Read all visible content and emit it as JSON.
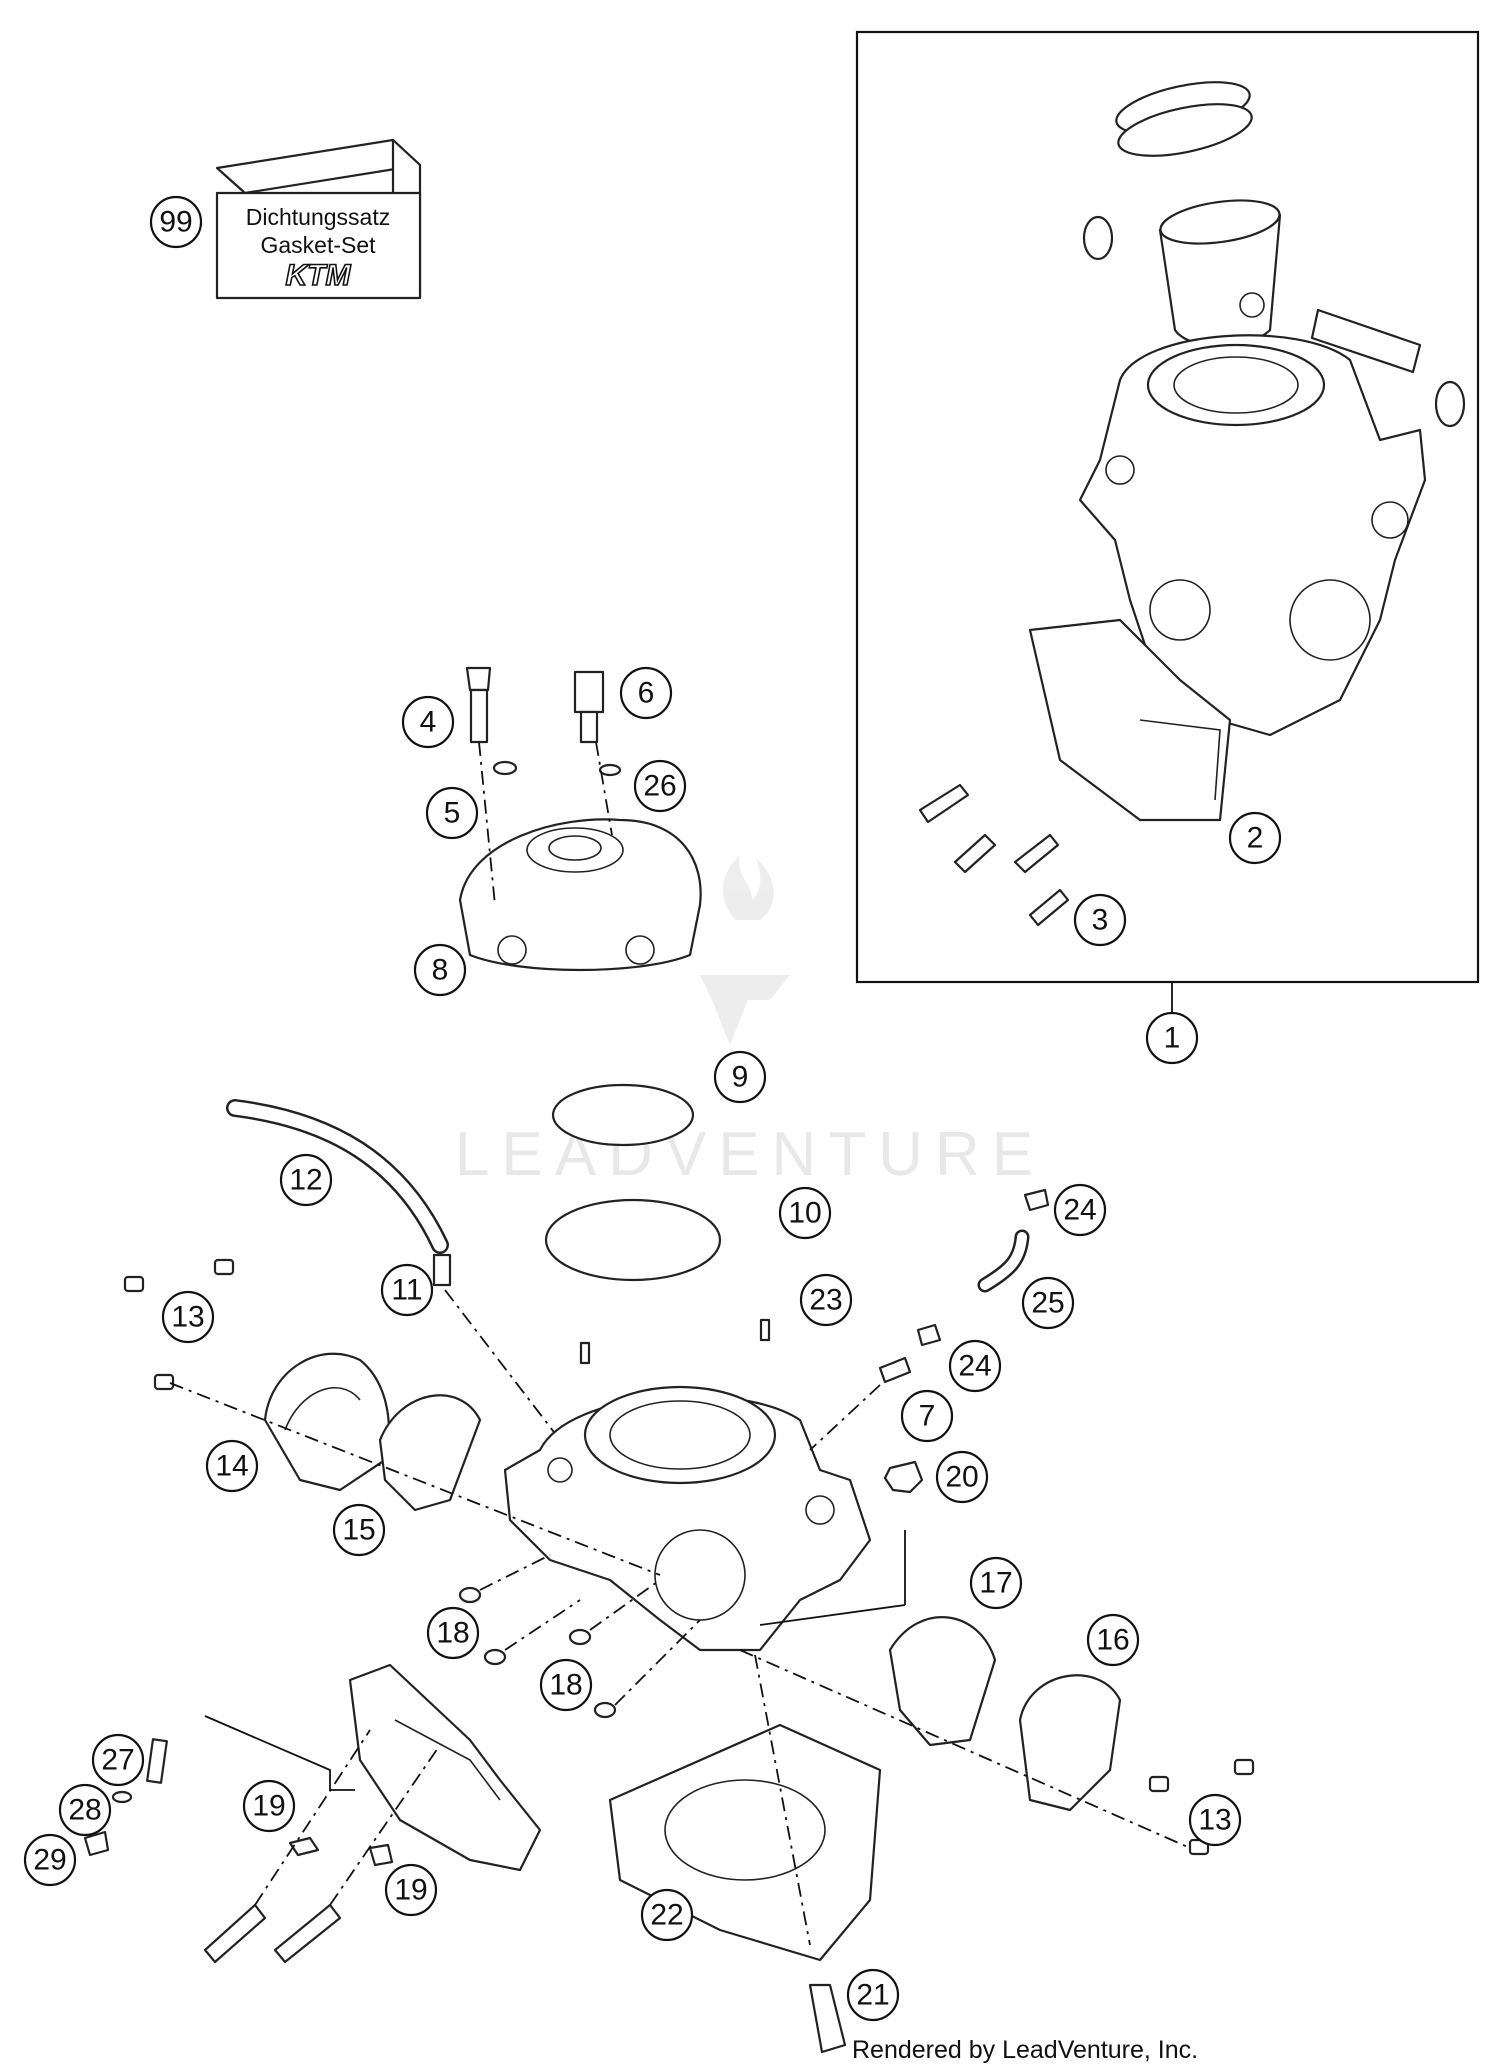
{
  "gasket_kit": {
    "number": "99",
    "line1": "Dichtungssatz",
    "line2": "Gasket-Set",
    "logo": "KTM"
  },
  "watermark": "LEADVENTURE",
  "credit": "Rendered by LeadVenture, Inc.",
  "callouts": [
    "1",
    "2",
    "3",
    "4",
    "5",
    "6",
    "26",
    "8",
    "9",
    "10",
    "12",
    "11",
    "13",
    "14",
    "15",
    "23",
    "24",
    "25",
    "24",
    "7",
    "20",
    "17",
    "18",
    "18",
    "16",
    "27",
    "28",
    "29",
    "19",
    "19",
    "13",
    "22",
    "21"
  ]
}
